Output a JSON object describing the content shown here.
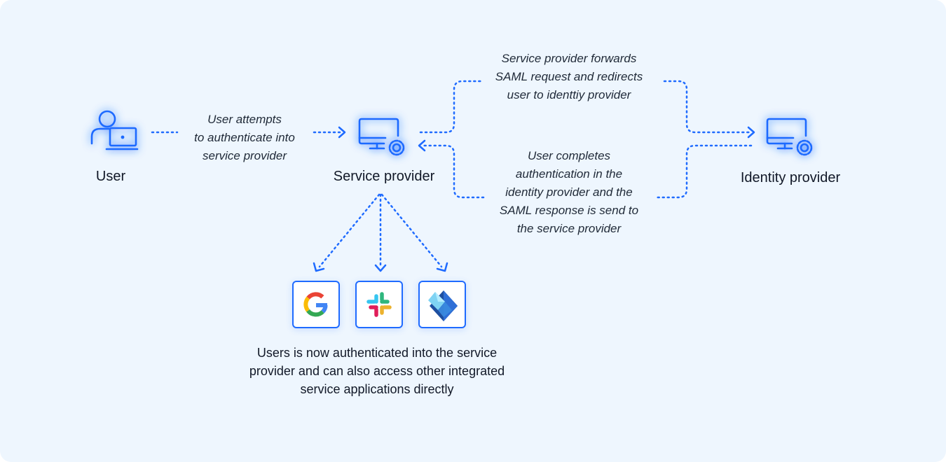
{
  "nodes": {
    "user": "User",
    "service_provider": "Service provider",
    "identity_provider": "Identity provider"
  },
  "notes": {
    "user_attempt": [
      "User attempts",
      "to authenticate into",
      "service provider"
    ],
    "sp_forward": [
      "Service provider forwards",
      "SAML request and redirects",
      "user to identtiy provider"
    ],
    "idp_response": [
      "User completes",
      "authentication in the",
      "identity provider and the",
      "SAML response is send to",
      "the service provider"
    ]
  },
  "caption": [
    "Users is now authenticated into the service",
    "provider and can also access other integrated",
    "service applications directly"
  ],
  "apps": [
    {
      "icon": "google-icon"
    },
    {
      "icon": "slack-icon"
    },
    {
      "icon": "azure-ad-icon"
    }
  ],
  "colors": {
    "accent": "#1f6bff",
    "background": "#eef6fe"
  }
}
